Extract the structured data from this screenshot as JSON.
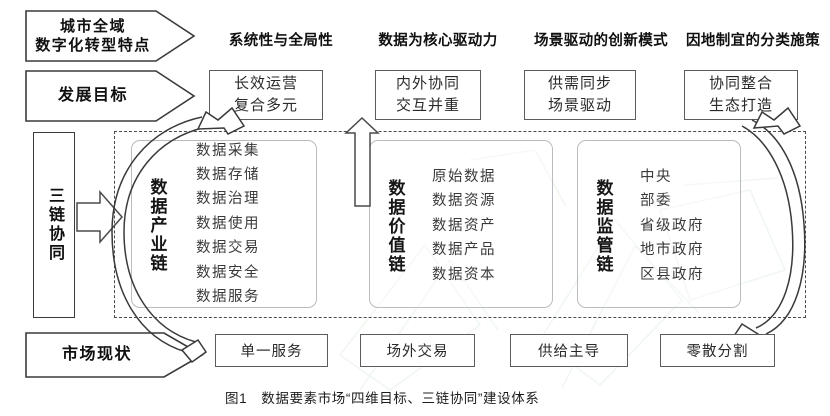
{
  "figure": {
    "caption": "图1　数据要素市场“四维目标、三链协同”建设体系"
  },
  "row_labels": [
    {
      "id": "characteristics",
      "text": "城市全域\n数字化转型特点",
      "shape": "chevron-banner"
    },
    {
      "id": "goals",
      "text": "发展目标",
      "shape": "chevron-banner"
    },
    {
      "id": "three-chain",
      "text": "三链协同",
      "shape": "vertical-box"
    },
    {
      "id": "market-status",
      "text": "市场现状",
      "shape": "chevron-banner"
    }
  ],
  "column_headers": [
    "系统性与全局性",
    "数据为核心驱动力",
    "场景驱动的创新模式",
    "因地制宜的分类施策"
  ],
  "goal_boxes": [
    {
      "line1": "长效运营",
      "line2": "复合多元"
    },
    {
      "line1": "内外协同",
      "line2": "交互并重"
    },
    {
      "line1": "供需同步",
      "line2": "场景驱动"
    },
    {
      "line1": "协同整合",
      "line2": "生态打造"
    }
  ],
  "chains": [
    {
      "title": "数据产业链",
      "items": [
        "数据采集",
        "数据存储",
        "数据治理",
        "数据使用",
        "数据交易",
        "数据安全",
        "数据服务"
      ]
    },
    {
      "title": "数据价值链",
      "items": [
        "原始数据",
        "数据资源",
        "数据资产",
        "数据产品",
        "数据资本"
      ]
    },
    {
      "title": "数据监管链",
      "items": [
        "中央",
        "部委",
        "省级政府",
        "地市政府",
        "区县政府"
      ]
    }
  ],
  "market_status_boxes": [
    "单一服务",
    "场外交易",
    "供给主导",
    "零散分割"
  ],
  "colors": {
    "ink": "#1a1a1a",
    "box_border": "#5c5c5c",
    "banner_border": "#3a3a3a",
    "card_border": "#b9bcc0",
    "dashed_border": "#4a4a4a",
    "watermark": "#cfe3cf",
    "background": "#ffffff"
  }
}
